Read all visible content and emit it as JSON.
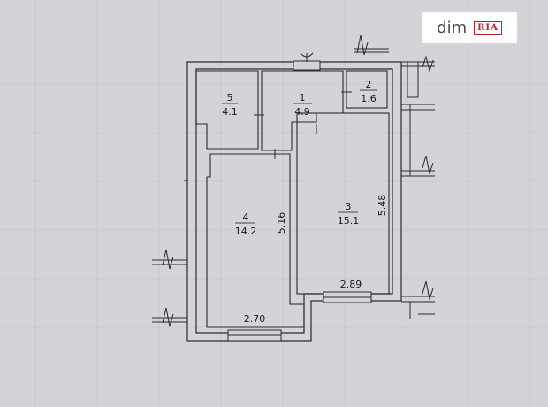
{
  "watermark": {
    "text": "dim",
    "logo": "RIA"
  },
  "rooms": [
    {
      "id": "1",
      "area": "4.9"
    },
    {
      "id": "2",
      "area": "1.6"
    },
    {
      "id": "3",
      "area": "15.1"
    },
    {
      "id": "4",
      "area": "14.2"
    },
    {
      "id": "5",
      "area": "4.1"
    }
  ],
  "dimensions": {
    "room4_width": "2.70",
    "room4_length": "5.16",
    "room3_width": "2.89",
    "room3_length": "5.48"
  }
}
